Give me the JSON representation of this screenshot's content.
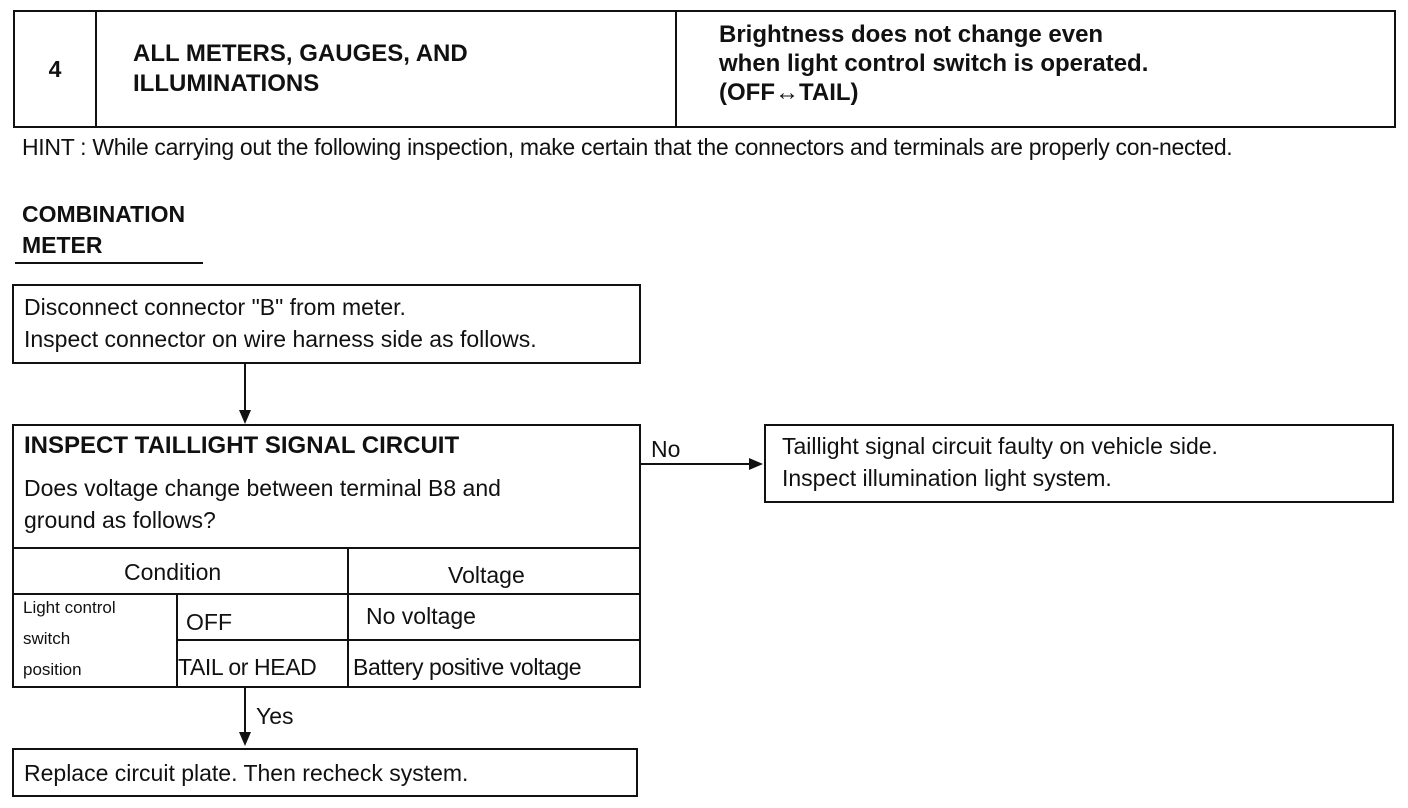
{
  "header": {
    "number": "4",
    "category": "ALL METERS, GAUGES, AND\nILLUMINATIONS",
    "symptom": "Brightness does not change even\nwhen light control switch is operated.\n(OFF↔TAIL)"
  },
  "hint": "HINT : While carrying out the following inspection, make certain that the connectors and terminals are properly con-nected.",
  "section": "COMBINATION\nMETER",
  "flow": {
    "step1": "Disconnect connector \"B\" from meter.\nInspect connector on wire harness side as follows.",
    "step2": {
      "title": "INSPECT TAILLIGHT SIGNAL CIRCUIT",
      "question": "Does voltage change between terminal B8 and\nground as follows?",
      "table": {
        "headers": [
          "Condition",
          "Voltage"
        ],
        "row_group_label": "Light control\nswitch\nposition",
        "rows": [
          {
            "condition": "OFF",
            "voltage": "No voltage"
          },
          {
            "condition": "TAIL or HEAD",
            "voltage": "Battery positive voltage"
          }
        ]
      }
    },
    "no_label": "No",
    "no_result": "Taillight signal circuit faulty on vehicle side.\nInspect illumination light system.",
    "yes_label": "Yes",
    "yes_result": "Replace circuit plate. Then recheck system."
  }
}
